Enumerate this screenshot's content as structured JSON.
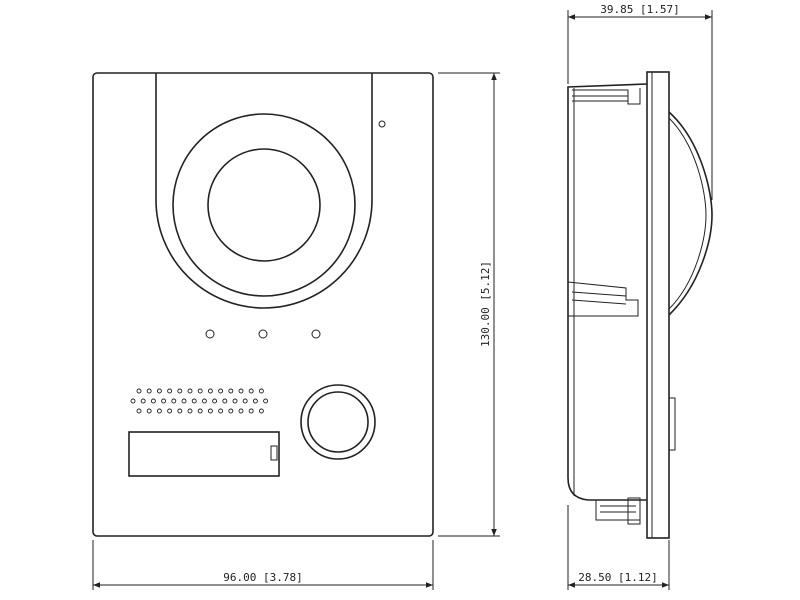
{
  "drawing": {
    "front_view": {
      "width_label": "96.00 [3.78]",
      "height_label": "130.00 [5.12]"
    },
    "side_view": {
      "depth_overall_label": "39.85 [1.57]",
      "depth_body_label": "28.50 [1.12]"
    }
  }
}
